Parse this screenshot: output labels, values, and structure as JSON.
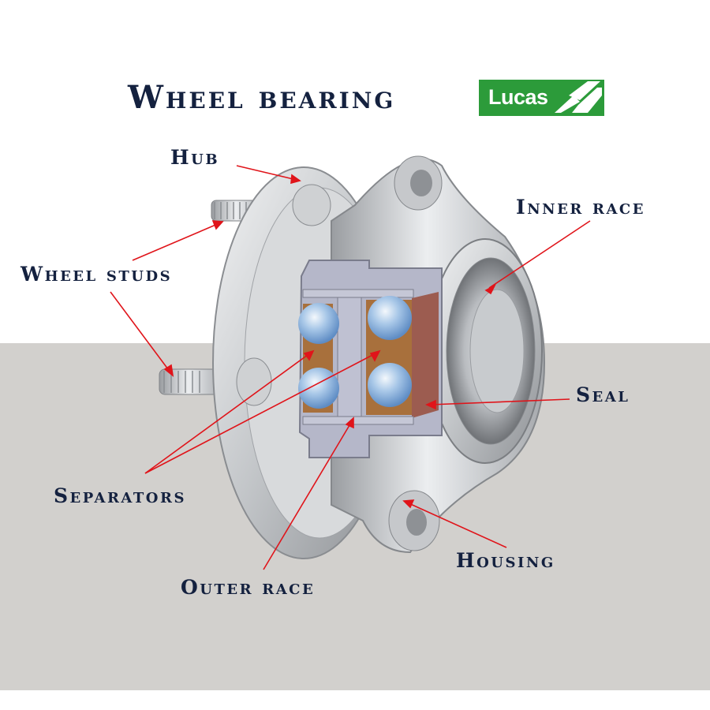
{
  "title": "Wheel bearing",
  "logo": {
    "text": "Lucas",
    "color": "#2c9b3a"
  },
  "labels": {
    "hub": "Hub",
    "wheel_studs": "Wheel studs",
    "inner_race": "Inner race",
    "seal": "Seal",
    "separators": "Separators",
    "outer_race": "Outer race",
    "housing": "Housing"
  },
  "colors": {
    "label_text": "#14213f",
    "leader_lines": "#e0141a",
    "metal": "#c8cacd",
    "cutaway_races": "#b5b7c9",
    "separator_cage": "#a8703c",
    "balls": "#8eb4de",
    "lower_background": "#d2d0cd"
  }
}
